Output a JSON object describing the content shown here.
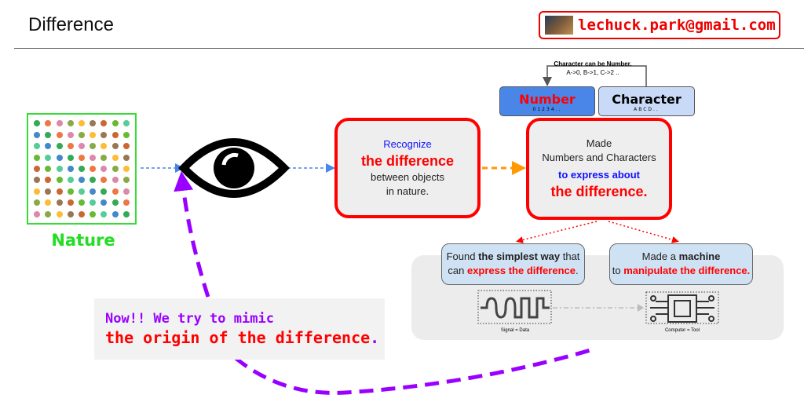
{
  "header": {
    "title": "Difference",
    "email": "lechuck.park@gmail.com"
  },
  "nature": {
    "label": "Nature"
  },
  "recognize": {
    "line1": "Recognize",
    "line2": "the difference",
    "line3": "between objects",
    "line4": "in nature."
  },
  "made": {
    "line1": "Made",
    "line2": "Numbers and Characters",
    "line3": "to express about",
    "line4": "the difference."
  },
  "number": {
    "label": "Number",
    "sub": "01234.."
  },
  "character": {
    "label": "Character",
    "sub": "ABCD.."
  },
  "connector": {
    "title": "Character can be Number.",
    "sub": "A->0, B->1, C->2 .."
  },
  "found": {
    "pre": "Found ",
    "bold": "the simplest way",
    "post": " that",
    "pre2": "can ",
    "red": "express the difference",
    "post2": "."
  },
  "machine": {
    "pre": "Made a ",
    "bold": "machine",
    "pre2": "to ",
    "red": "manipulate the difference."
  },
  "signal_caption": "Signal = Data",
  "computer_caption": "Computer = Tool",
  "now": {
    "line1": "Now!! We try to mimic",
    "line2": "the origin of the difference",
    "line2_end": "."
  },
  "colors": {
    "red": "#ff0000",
    "purple": "#9900ff",
    "blue_arrow": "#4a86e8",
    "orange": "#ff9900",
    "green": "#33dd33"
  }
}
